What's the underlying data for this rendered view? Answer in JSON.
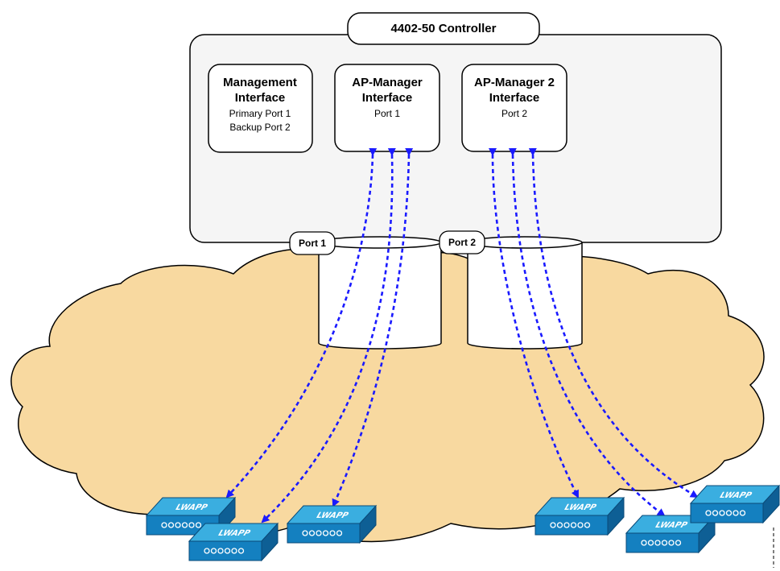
{
  "controller": {
    "title": "4402-50 Controller"
  },
  "interfaces": [
    {
      "name_line1": "Management",
      "name_line2": "Interface",
      "detail_line1": "Primary Port 1",
      "detail_line2": "Backup Port 2"
    },
    {
      "name_line1": "AP-Manager",
      "name_line2": "Interface",
      "detail_line1": "Port 1",
      "detail_line2": ""
    },
    {
      "name_line1": "AP-Manager 2",
      "name_line2": "Interface",
      "detail_line1": "Port 2",
      "detail_line2": ""
    }
  ],
  "ports": [
    {
      "label": "Port 1"
    },
    {
      "label": "Port 2"
    }
  ],
  "access_points": [
    {
      "label": "LWAPP"
    },
    {
      "label": "LWAPP"
    },
    {
      "label": "LWAPP"
    },
    {
      "label": "LWAPP"
    },
    {
      "label": "LWAPP"
    },
    {
      "label": "LWAPP"
    }
  ],
  "colors": {
    "cloud_fill": "#f8d9a0",
    "flow_arrow": "#1a1aff",
    "ap_top": "#3aaee0",
    "ap_front": "#1480c0",
    "ap_side": "#0e5f95"
  },
  "icons": {
    "access_point": "lwapp-access-point-icon",
    "port_pipe": "cylinder-icon"
  }
}
